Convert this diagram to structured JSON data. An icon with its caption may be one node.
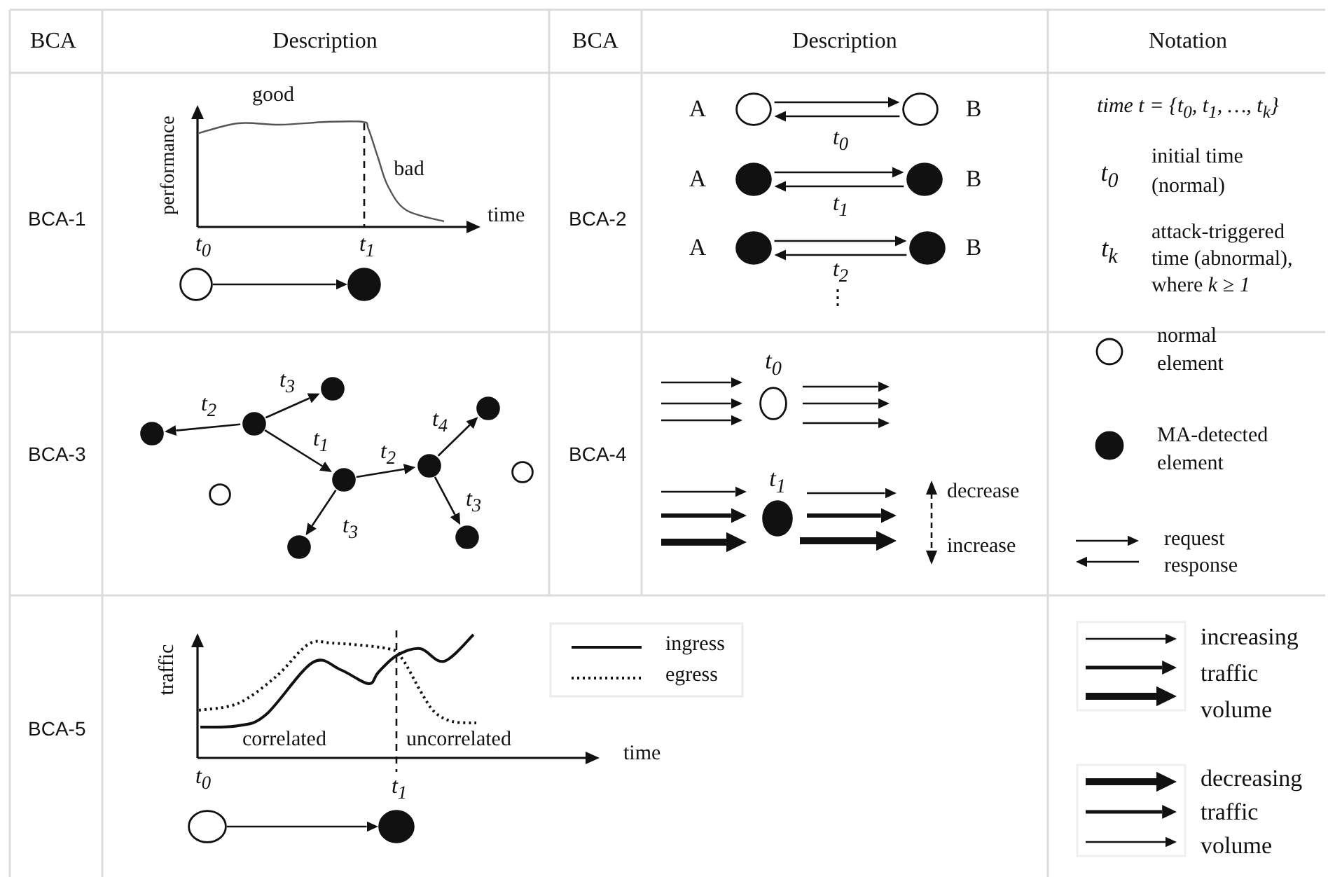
{
  "diagram": {
    "nodes": [
      {
        "text": [],
        "shape": "circle"
      },
      {
        "text": [],
        "shape": "dot"
      },
      {
        "text": [],
        "shape": "circle",
        "beside": [
          "A"
        ]
      },
      {
        "text": [],
        "shape": "circle",
        "beside": [
          "B"
        ]
      },
      {
        "text": [],
        "shape": "dot",
        "beside": [
          "A"
        ]
      },
      {
        "text": [],
        "shape": "dot",
        "beside": [
          "B"
        ]
      },
      {
        "text": [],
        "shape": "dot",
        "beside": [
          "A"
        ]
      },
      {
        "text": [],
        "shape": "dot",
        "beside": [
          "B"
        ]
      },
      {
        "text": [],
        "shape": "dot"
      },
      {
        "text": [],
        "shape": "circle"
      },
      {
        "text": [],
        "shape": "dot"
      },
      {
        "text": [],
        "shape": "dot"
      },
      {
        "text": [],
        "shape": "dot"
      },
      {
        "text": [],
        "shape": "dot"
      },
      {
        "text": [],
        "shape": "dot"
      },
      {
        "text": [],
        "shape": "dot"
      },
      {
        "text": [],
        "shape": "dot"
      },
      {
        "text": [],
        "shape": "circle"
      },
      {
        "text": [],
        "shape": "circle",
        "beside": [
          "t$_{0}$"
        ]
      },
      {
        "text": [],
        "shape": "dot",
        "beside": [
          "t$_{1}$"
        ]
      },
      {
        "text": [],
        "shape": "circle"
      },
      {
        "text": [],
        "shape": "dot"
      }
    ],
    "edges": [
      {
        "from": 0,
        "to": 1,
        "arrow": "to"
      },
      {
        "from": 2,
        "to": 3,
        "arrow": "to"
      },
      {
        "from": 3,
        "to": 2,
        "arrow": "to",
        "label": "t$_{0}$"
      },
      {
        "from": 4,
        "to": 5,
        "arrow": "to"
      },
      {
        "from": 5,
        "to": 4,
        "arrow": "to",
        "label": "t$_{1}$"
      },
      {
        "from": 6,
        "to": 7,
        "arrow": "to"
      },
      {
        "from": 7,
        "to": 6,
        "arrow": "to",
        "label": "t$_{2}$"
      },
      {
        "from": 10,
        "to": 8,
        "arrow": "to",
        "label": "t$_{2}$"
      },
      {
        "from": 10,
        "to": 12,
        "arrow": "to",
        "label": "t$_{3}$"
      },
      {
        "from": 10,
        "to": 13,
        "arrow": "to",
        "label": "t$_{1}$"
      },
      {
        "from": 13,
        "to": 11,
        "arrow": "to",
        "label": "t$_{3}$"
      },
      {
        "from": 13,
        "to": 14,
        "arrow": "to",
        "label": "t$_{2}$"
      },
      {
        "from": 14,
        "to": 16,
        "arrow": "to",
        "label": "t$_{4}$"
      },
      {
        "from": 14,
        "to": 15,
        "arrow": "to",
        "label": "t$_{3}$"
      },
      {
        "from": null,
        "to": 18,
        "arrow": "to"
      },
      {
        "from": null,
        "to": 18,
        "arrow": "to"
      },
      {
        "from": null,
        "to": 18,
        "arrow": "to"
      },
      {
        "from": 18,
        "to": null,
        "arrow": "to"
      },
      {
        "from": 18,
        "to": null,
        "arrow": "to"
      },
      {
        "from": 18,
        "to": null,
        "arrow": "to"
      },
      {
        "from": null,
        "to": 19,
        "arrow": "to"
      },
      {
        "from": null,
        "to": 19,
        "arrow": "to",
        "style": "thick"
      },
      {
        "from": null,
        "to": 19,
        "arrow": "to",
        "style": "thick"
      },
      {
        "from": 19,
        "to": null,
        "arrow": "to"
      },
      {
        "from": 19,
        "to": null,
        "arrow": "to",
        "style": "thick"
      },
      {
        "from": 19,
        "to": null,
        "arrow": "to",
        "style": "thick"
      },
      {
        "from": 20,
        "to": 21,
        "arrow": "to"
      }
    ],
    "labels": [
      "BCA",
      "Description",
      "BCA",
      "Description",
      "Notation",
      "BCA-1",
      "good",
      "performance",
      "bad",
      "time",
      "t$_{0}$",
      "t$_{1}$",
      "BCA-2",
      "⋮",
      "time t = {t$_{0}$, t$_{1}$, …, t$_{k}$}",
      "t$_{0}$",
      "initial time (normal)",
      "t$_{k}$",
      "attack-triggered time (abnormal), where *k* ≥ *1*",
      "BCA-3",
      "BCA-4",
      "decrease",
      "increase",
      "BCA-5",
      "traffic",
      "correlated",
      "uncorrelated",
      "time",
      "t$_{0}$",
      "t$_{1}$"
    ],
    "legend": [
      {
        "text": "normal element"
      },
      {
        "text": "MA-detected element"
      },
      {
        "text": "request"
      },
      {
        "text": "response"
      },
      {
        "text": "increasing traffic volume"
      },
      {
        "text": "decreasing traffic volume"
      },
      {
        "text": "ingress"
      },
      {
        "text": "egress"
      }
    ]
  }
}
